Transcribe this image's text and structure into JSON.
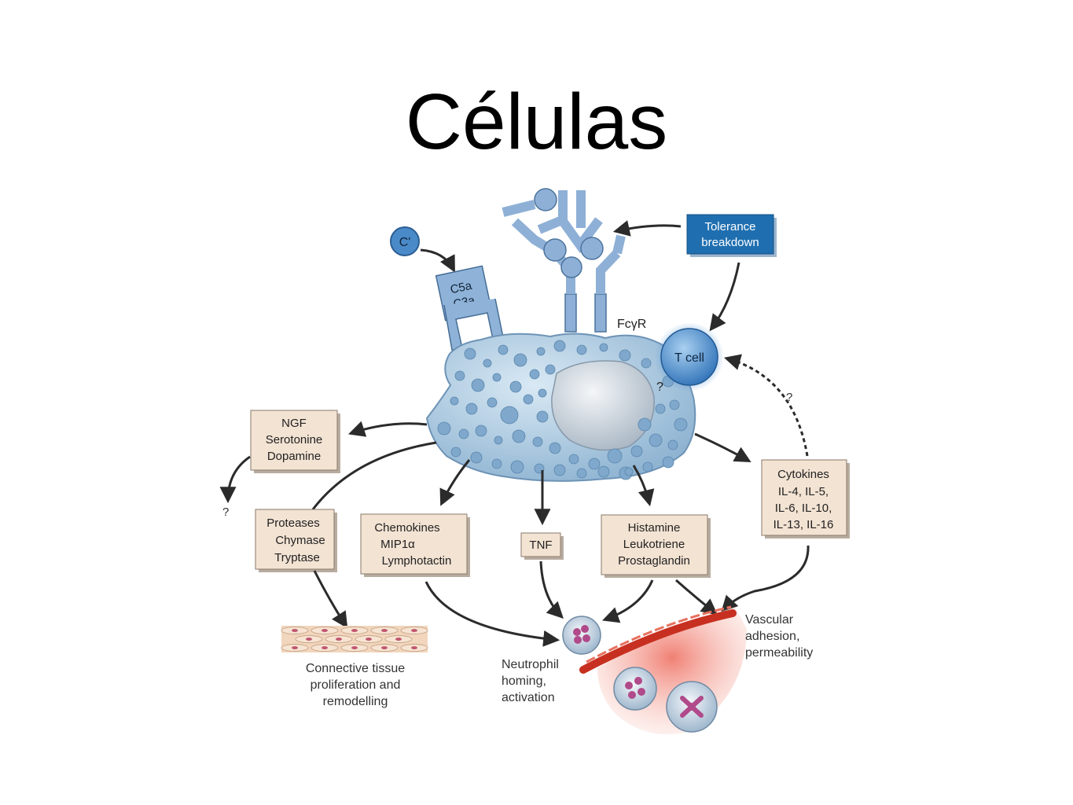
{
  "title": "Células",
  "labels": {
    "complement": "C'",
    "receptor_line1": "C5a",
    "receptor_line2": "C3a",
    "fc_receptor": "FcγR",
    "tcell": "T cell",
    "question_mark": "?"
  },
  "boxes": {
    "tolerance": [
      "Tolerance",
      "breakdown"
    ],
    "ngf": [
      "NGF",
      "Serotonine",
      "Dopamine"
    ],
    "proteases": [
      "Proteases",
      "Chymase",
      "Tryptase"
    ],
    "chemokines": [
      "Chemokines",
      "MIP1α",
      "Lymphotactin"
    ],
    "tnf": [
      "TNF"
    ],
    "histamine": [
      "Histamine",
      "Leukotriene",
      "Prostaglandin"
    ],
    "cytokines": [
      "Cytokines",
      "IL-4, IL-5,",
      "IL-6, IL-10,",
      "IL-13, IL-16"
    ]
  },
  "captions": {
    "connective": [
      "Connective tissue",
      "proliferation and",
      "remodelling"
    ],
    "neutrophil": [
      "Neutrophil",
      "homing,",
      "activation"
    ],
    "vascular": [
      "Vascular",
      "adhesion,",
      "permeability"
    ]
  },
  "colors": {
    "box_fill": "#f3e3d3",
    "box_border": "#8a7a6a",
    "tolerance_fill": "#1f6fb0",
    "cell_body": "#b9d4e6",
    "granule": "#7fa8cc",
    "antibody": "#8eb0d6",
    "vessel": "#cf3a2a",
    "inflammation": "#f29a8c",
    "arrow": "#2b2b2b"
  }
}
